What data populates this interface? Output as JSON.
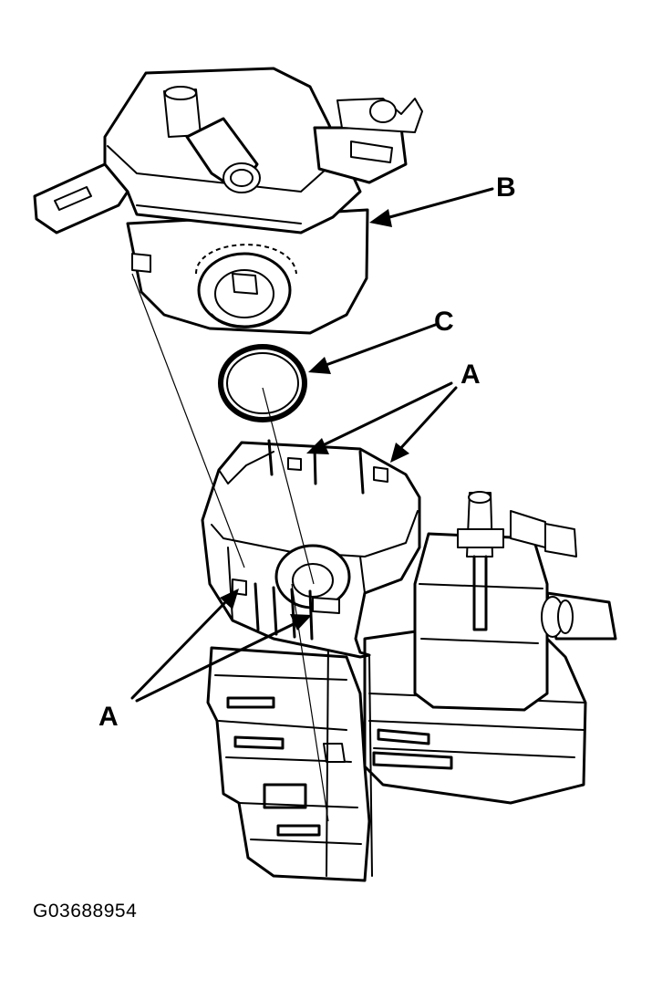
{
  "callouts": {
    "b": "B",
    "c": "C",
    "a_upper": "A",
    "a_lower": "A"
  },
  "figure_id": "G03688954",
  "colors": {
    "ink": "#000000",
    "paper": "#ffffff"
  }
}
